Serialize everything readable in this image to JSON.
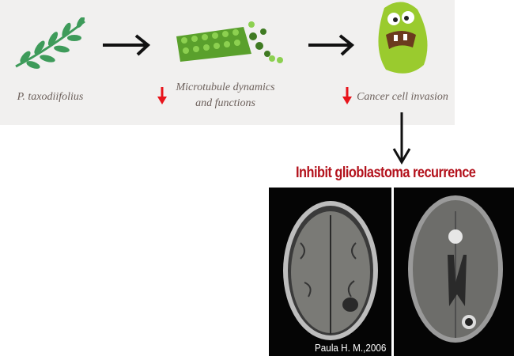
{
  "flow": {
    "steps": [
      {
        "label": "P. taxodiifolius",
        "icon": "plant-branch-icon"
      },
      {
        "label_line1": "Microtubule dynamics",
        "label_line2": "and functions",
        "icon": "microtubule-icon",
        "indicator": "decrease"
      },
      {
        "label": "Cancer cell invasion",
        "icon": "cancer-cell-icon",
        "indicator": "decrease"
      }
    ],
    "outcome": "Inhibit glioblastoma recurrence"
  },
  "images": {
    "caption": "Paula H. M.,2006"
  },
  "colors": {
    "outcome": "#b3121c",
    "indicator": "#e8141b",
    "panel": "#f1f0ef",
    "leaf": "#3e9b5a"
  }
}
